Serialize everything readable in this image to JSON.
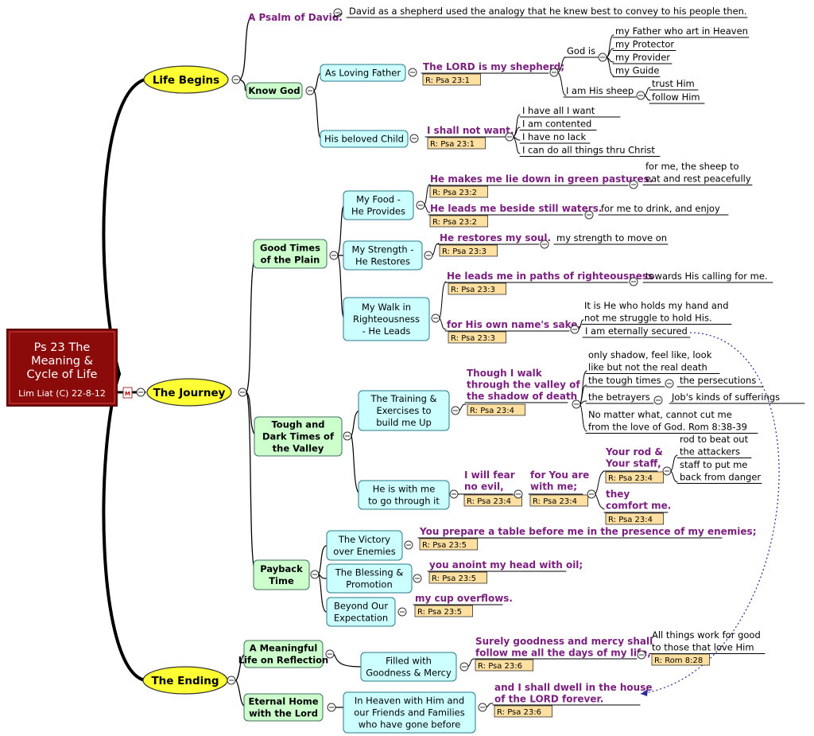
{
  "root": {
    "title_lines": [
      "Ps 23 The",
      "Meaning &",
      "Cycle of  Life"
    ],
    "subtitle": "Lim Liat (C) 22-8-12",
    "colors": {
      "fill": "#8b0a0a",
      "edge": "#5e0000"
    }
  },
  "colors": {
    "main_fill": "#ffff33",
    "l2_fill": "#ccffcc",
    "l3_fill": "#ccffff",
    "verse": "#7b1f7f",
    "ref_fill": "#ffe0a0",
    "text": "#000000"
  },
  "branches": {
    "life_begins": {
      "label": "Life Begins",
      "psalm_of_david": "A Psalm of David.",
      "psalm_note": "David as a shepherd used the analogy that he knew best to convey to his people then.",
      "know_god": "Know God",
      "loving_father": "As Loving Father",
      "shepherd_verse": "The LORD is my shepherd;",
      "shepherd_ref": "R: Psa 23:1",
      "god_is": "God is",
      "god_is_items": [
        "my Father who art in Heaven",
        "my Protector",
        "my Provider",
        "my Guide"
      ],
      "i_am_sheep": "I am His sheep",
      "sheep_items": [
        "trust Him",
        "follow Him"
      ],
      "beloved_child": "His beloved Child",
      "not_want_verse": "I shall not want.",
      "not_want_ref": "R: Psa 23:1",
      "not_want_items": [
        "I have all I want",
        "I am contented",
        "I have no lack",
        "I can do all things thru Christ"
      ]
    },
    "journey": {
      "label": "The Journey",
      "good_times": [
        "Good Times",
        "of the Plain"
      ],
      "my_food": [
        "My Food -",
        "He Provides"
      ],
      "pastures_verse": "He makes me lie down in green pastures.",
      "pastures_ref": "R: Psa 23:2",
      "pastures_note": [
        "for me, the sheep to",
        "eat and rest peacefully"
      ],
      "waters_verse": "He leads me beside still waters.",
      "waters_ref": "R: Psa 23:2",
      "waters_note": "for me to drink, and enjoy",
      "my_strength": [
        "My Strength -",
        "He Restores"
      ],
      "restores_verse": "He restores my soul.",
      "restores_ref": "R: Psa 23:3",
      "restores_note": "my strength to move on",
      "my_walk": [
        "My Walk in",
        "Righteousness",
        "- He Leads"
      ],
      "paths_verse": "He leads me in paths of righteousness",
      "paths_ref": "R: Psa 23:3",
      "paths_note": "towards His calling for me.",
      "name_verse": "for His own name's sake.",
      "name_ref": "R: Psa 23:3",
      "name_note": [
        "It is He who holds my hand and",
        "not me struggle to hold His."
      ],
      "secured": "I am eternally secured",
      "tough_times": [
        "Tough and",
        "Dark Times of",
        "the Valley"
      ],
      "training": [
        "The Training &",
        "Exercises to",
        "build me Up"
      ],
      "valley_verse": [
        "Though I walk",
        "through the valley of",
        "the shadow of death"
      ],
      "valley_ref": "R: Psa 23:4",
      "shadow_note": [
        "only shadow, feel like, look",
        "like but not the real death"
      ],
      "tough_times_leaf": "the tough times",
      "persecutions": "the persecutions",
      "betrayers": "the betrayers",
      "jobs": "Job's kinds of sufferings",
      "no_matter": [
        "No matter what, cannot cut me",
        "from the love of God. Rom 8:38-39"
      ],
      "with_me": [
        "He is with me",
        "to go through it"
      ],
      "fear_verse": [
        "I will fear",
        "no evil,"
      ],
      "fear_ref": "R: Psa 23:4",
      "with_me_verse": [
        "for You are",
        "with me;"
      ],
      "with_me_ref": "R: Psa 23:4",
      "rod_verse": [
        "Your rod &",
        "Your staff,"
      ],
      "rod_ref": "R: Psa 23:4",
      "rod_note": [
        "rod to beat out",
        "the attackers"
      ],
      "staff_note": [
        "staff to put me",
        "back from danger"
      ],
      "comfort_verse": [
        "they",
        "comfort me."
      ],
      "comfort_ref": "R: Psa 23:4",
      "payback": [
        "Payback",
        "Time"
      ],
      "victory": [
        "The Victory",
        "over Enemies"
      ],
      "table_verse": "You prepare a table before me in the presence of my enemies;",
      "table_ref": "R: Psa 23:5",
      "blessing": [
        "The Blessing &",
        "Promotion"
      ],
      "anoint_verse": "you anoint my head with oil;",
      "anoint_ref": "R: Psa 23:5",
      "beyond": [
        "Beyond Our",
        "Expectation"
      ],
      "cup_verse": "my cup overflows.",
      "cup_ref": "R: Psa 23:5"
    },
    "ending": {
      "label": "The Ending",
      "meaningful": [
        "A Meaningful",
        "Life on Reflection"
      ],
      "filled": [
        "Filled with",
        "Goodness & Mercy"
      ],
      "goodness_verse": [
        "Surely goodness and mercy shall",
        "follow me all the days of my life,"
      ],
      "goodness_ref": "R: Psa 23:6",
      "all_things": [
        "All things work for good",
        "to those that love Him"
      ],
      "all_things_ref": "R: Rom 8:28",
      "eternal_home": [
        "Eternal Home",
        "with the Lord"
      ],
      "heaven": [
        "In Heaven with Him and",
        "our Friends and Families",
        "who have gone before"
      ],
      "dwell_verse": [
        "and I shall dwell in the house",
        "of the LORD forever."
      ],
      "dwell_ref": "R: Psa 23:6"
    }
  }
}
